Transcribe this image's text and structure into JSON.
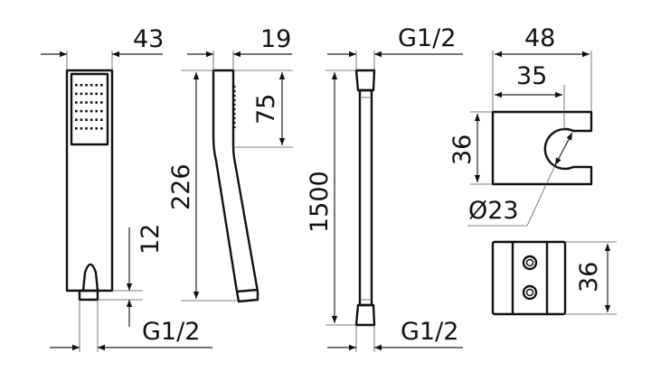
{
  "drawing": {
    "hand_shower_front": {
      "width": "43",
      "nipple_height": "12",
      "thread": "G1/2"
    },
    "hand_shower_side": {
      "depth": "19",
      "spray_face_length": "75",
      "length": "226"
    },
    "hose": {
      "thread_top": "G1/2",
      "length": "1500",
      "thread_bottom": "G1/2"
    },
    "holder_top": {
      "width": "48",
      "slot_offset": "35",
      "depth": "36",
      "bore": "Ø23"
    },
    "holder_front": {
      "height": "36"
    }
  }
}
